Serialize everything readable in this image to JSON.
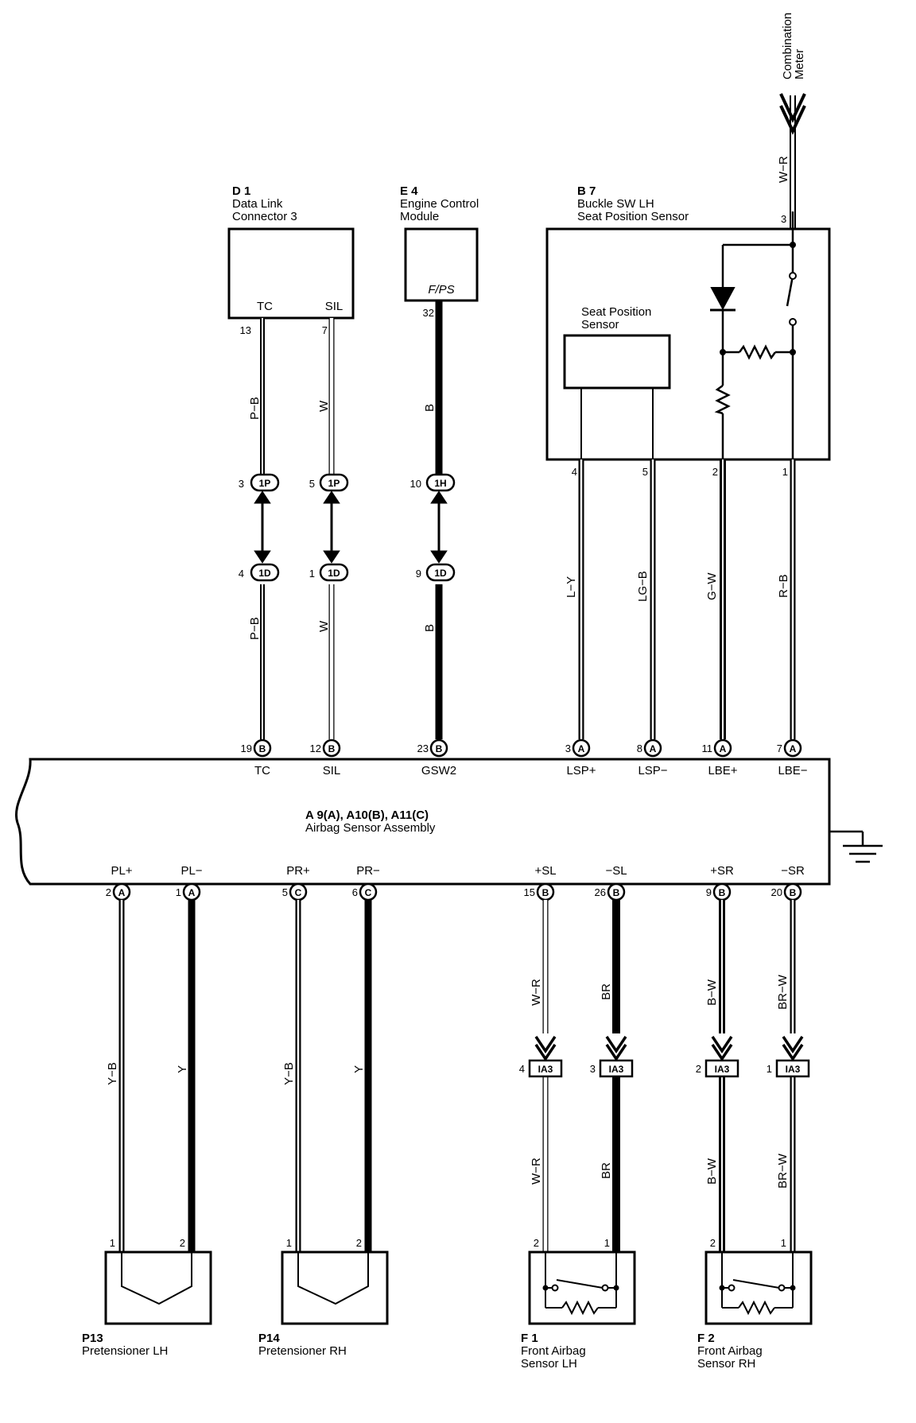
{
  "components": {
    "d1": {
      "id": "D 1",
      "name1": "Data Link",
      "name2": "Connector 3",
      "tc": "TC",
      "sil": "SIL"
    },
    "e4": {
      "id": "E 4",
      "name1": "Engine Control",
      "name2": "Module",
      "fps": "F/PS"
    },
    "b7": {
      "id": "B 7",
      "name1": "Buckle SW LH",
      "name2": "Seat Position Sensor",
      "sps1": "Seat Position",
      "sps2": "Sensor"
    },
    "meter": {
      "line1": "Combination",
      "line2": "Meter"
    },
    "a9": {
      "id": "A 9(A), A10(B), A11(C)",
      "name": "Airbag Sensor Assembly"
    },
    "p13": {
      "id": "P13",
      "name": "Pretensioner LH"
    },
    "p14": {
      "id": "P14",
      "name": "Pretensioner RH"
    },
    "f1": {
      "id": "F 1",
      "name1": "Front Airbag",
      "name2": "Sensor LH"
    },
    "f2": {
      "id": "F 2",
      "name1": "Front Airbag",
      "name2": "Sensor RH"
    }
  },
  "terminals_top": [
    {
      "pin": "19",
      "conn": "B",
      "label": "TC"
    },
    {
      "pin": "12",
      "conn": "B",
      "label": "SIL"
    },
    {
      "pin": "23",
      "conn": "B",
      "label": "GSW2"
    },
    {
      "pin": "3",
      "conn": "A",
      "label": "LSP+"
    },
    {
      "pin": "8",
      "conn": "A",
      "label": "LSP−"
    },
    {
      "pin": "11",
      "conn": "A",
      "label": "LBE+"
    },
    {
      "pin": "7",
      "conn": "A",
      "label": "LBE−"
    }
  ],
  "terminals_bottom": [
    {
      "pin": "2",
      "conn": "A",
      "label": "PL+"
    },
    {
      "pin": "1",
      "conn": "A",
      "label": "PL−"
    },
    {
      "pin": "5",
      "conn": "C",
      "label": "PR+"
    },
    {
      "pin": "6",
      "conn": "C",
      "label": "PR−"
    },
    {
      "pin": "15",
      "conn": "B",
      "label": "+SL"
    },
    {
      "pin": "26",
      "conn": "B",
      "label": "−SL"
    },
    {
      "pin": "9",
      "conn": "B",
      "label": "+SR"
    },
    {
      "pin": "20",
      "conn": "B",
      "label": "−SR"
    }
  ],
  "wire_colors": {
    "tc": "P−B",
    "sil": "W",
    "gsw2": "B",
    "lsp_plus": "L−Y",
    "lsp_minus": "LG−B",
    "lbe_plus": "G−W",
    "lbe_minus": "R−B",
    "meter": "W−R",
    "pl_plus": "Y−B",
    "pl_minus": "Y",
    "pr_plus": "Y−B",
    "pr_minus": "Y",
    "sl_plus": "W−R",
    "sl_minus": "BR",
    "sr_plus": "B−W",
    "sr_minus": "BR−W"
  },
  "junctions": {
    "j1p_tc": {
      "pin": "3",
      "conn": "1P"
    },
    "j1p_sil": {
      "pin": "5",
      "conn": "1P"
    },
    "j1h": {
      "pin": "10",
      "conn": "1H"
    },
    "j1d_tc": {
      "pin": "4",
      "conn": "1D"
    },
    "j1d_sil": {
      "pin": "1",
      "conn": "1D"
    },
    "j1d_gsw": {
      "pin": "9",
      "conn": "1D"
    },
    "ia3": [
      "4",
      "3",
      "2",
      "1"
    ],
    "ia3_label": "IA3"
  },
  "component_pins": {
    "d1_tc": "13",
    "d1_sil": "7",
    "e4": "32",
    "b7_4": "4",
    "b7_5": "5",
    "b7_2": "2",
    "b7_1": "1",
    "b7_3": "3",
    "p_1": "1",
    "p_2": "2"
  }
}
